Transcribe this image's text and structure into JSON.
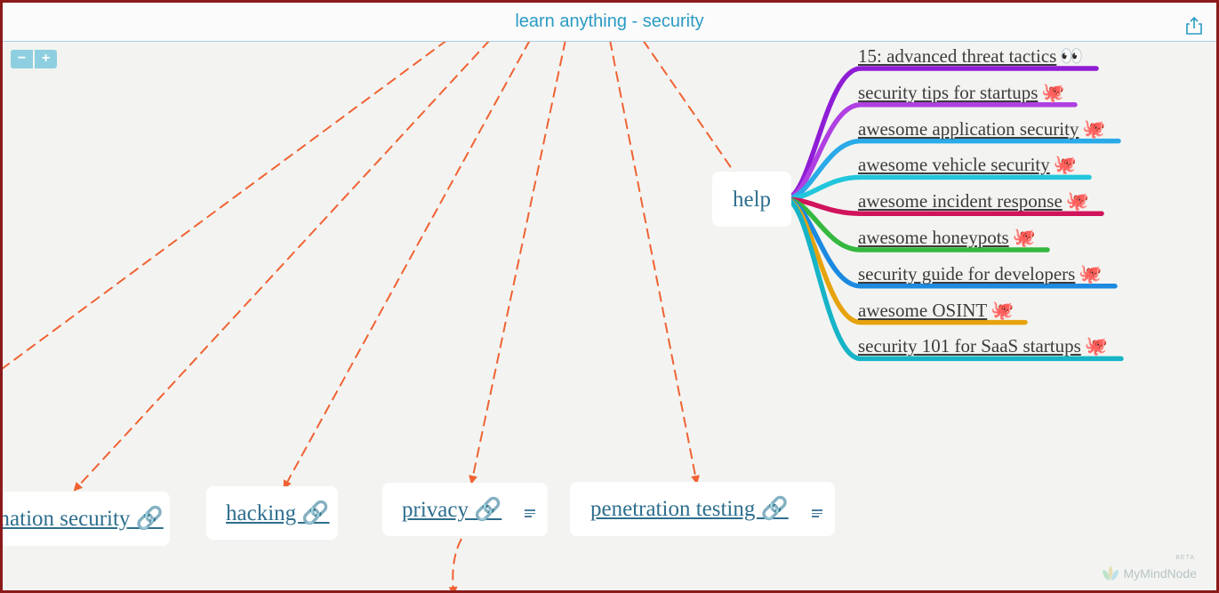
{
  "window": {
    "title": "learn anything - security"
  },
  "toolbar": {
    "zoom_out": "−",
    "zoom_in": "+"
  },
  "nodes": {
    "information_security": "information security 🔗",
    "hacking": "hacking 🔗",
    "privacy": "privacy 🔗",
    "penetration_testing": "penetration testing 🔗",
    "help": "help"
  },
  "help_resources": [
    {
      "label": "15: advanced threat tactics",
      "emoji": "👀",
      "color": "#8f1dd6"
    },
    {
      "label": "security tips for startups",
      "emoji": "🐙",
      "color": "#b040e2"
    },
    {
      "label": "awesome application security",
      "emoji": "🐙",
      "color": "#2aaae8"
    },
    {
      "label": "awesome vehicle security",
      "emoji": "🐙",
      "color": "#22c6dc"
    },
    {
      "label": "awesome incident response",
      "emoji": "🐙",
      "color": "#d1135c"
    },
    {
      "label": "awesome honeypots",
      "emoji": "🐙",
      "color": "#35b83f"
    },
    {
      "label": "security guide for developers",
      "emoji": "🐙",
      "color": "#1c8ae0"
    },
    {
      "label": "awesome OSINT",
      "emoji": "🐙",
      "color": "#e6a30e"
    },
    {
      "label": "security 101 for SaaS startups",
      "emoji": "🐙",
      "color": "#17b4c7"
    }
  ],
  "watermark": {
    "brand": "MyMindNode",
    "badge": "BETA"
  },
  "colors": {
    "arrow": "#f06233",
    "title": "#2a9bc4",
    "node_text": "#2e6e8e"
  }
}
